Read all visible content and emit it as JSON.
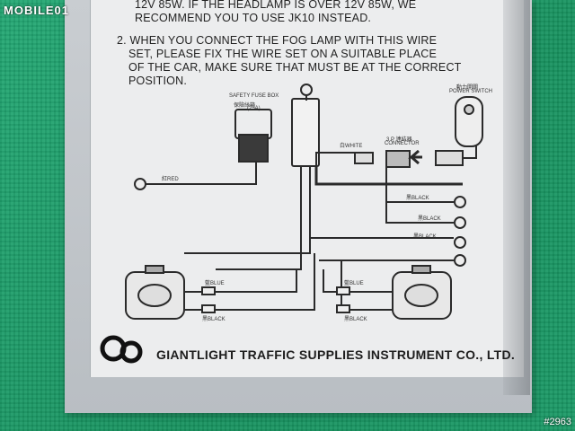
{
  "watermark": "MOBILE01",
  "post_id": "#2963",
  "instructions": {
    "line1": "12V 85W. IF THE HEADLAMP IS OVER 12V 85W, WE",
    "line2": "RECOMMEND YOU TO USE JK10 INSTEAD.",
    "line3": "2. WHEN YOU CONNECT THE FOG LAMP WITH THIS WIRE",
    "line4": "SET, PLEASE FIX THE WIRE SET ON A SUITABLE PLACE",
    "line5": "OF THE CAR, MAKE SURE THAT MUST BE AT THE CORRECT",
    "line6": "POSITION."
  },
  "diagram": {
    "fuse_box_cn": "保險絲箱",
    "fuse_box": "SAFETY FUSE BOX",
    "fuse_rating": "(25A)",
    "power_switch_cn": "動力開關",
    "power_switch": "POWER SWITCH",
    "white_wire": "白WHITE",
    "connector_cn": "3 P 連結器",
    "connector": "CONNECTOR",
    "red_wire": "紅RED",
    "black_1": "黑BLACK",
    "black_2": "黑BLACK",
    "black_3": "黑BLACK",
    "blue_left": "藍BLUE",
    "black_left": "黑BLACK",
    "blue_right": "藍BLUE",
    "black_right": "黑BLACK"
  },
  "brand": {
    "logo_text": "CE",
    "company": "GIANTLIGHT TRAFFIC SUPPLIES INSTRUMENT CO., LTD."
  }
}
